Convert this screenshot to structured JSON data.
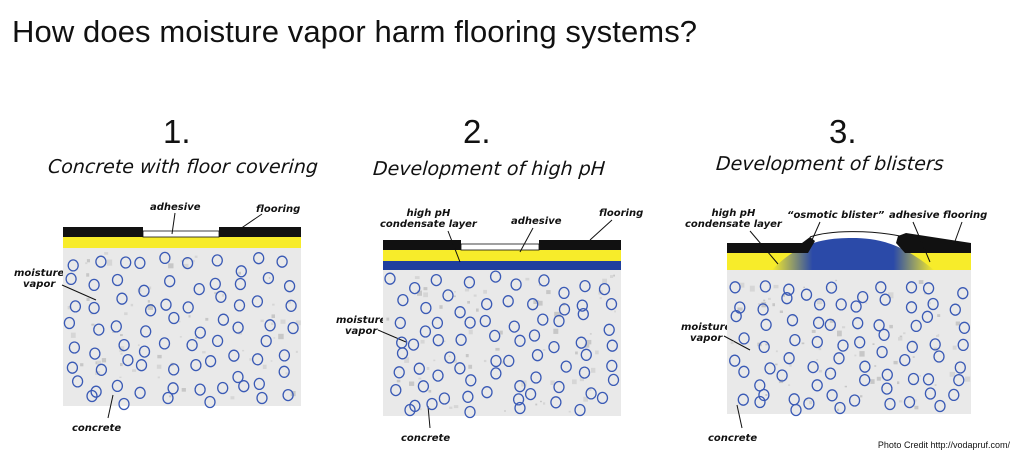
{
  "title": "How does moisture vapor harm flooring systems?",
  "credit": "Photo Credit http://vodapruf.com/",
  "colors": {
    "adhesive_yellow": "#f7ec2a",
    "flooring_black": "#111111",
    "condensate_blue": "#1f3f9e",
    "concrete_bg": "#e9e9e9",
    "pore_blue": "#3a5ab5"
  },
  "panels": [
    {
      "number": "1.",
      "subtitle": "Concrete with floor covering",
      "labels": {
        "adhesive": "adhesive",
        "flooring": "flooring",
        "moisture_vapor": "moisture\nvapor",
        "concrete": "concrete"
      }
    },
    {
      "number": "2.",
      "subtitle": "Development of high pH",
      "labels": {
        "high_ph": "high pH\ncondensate layer",
        "adhesive": "adhesive",
        "flooring": "flooring",
        "moisture_vapor": "moisture\nvapor",
        "concrete": "concrete"
      }
    },
    {
      "number": "3.",
      "subtitle": "Development of blisters",
      "labels": {
        "high_ph": "high pH\ncondensate layer",
        "osmotic_blister": "“osmotic blister”",
        "adhesive": "adhesive",
        "flooring": "flooring",
        "moisture_vapor": "moisture\nvapor",
        "concrete": "concrete"
      }
    }
  ]
}
